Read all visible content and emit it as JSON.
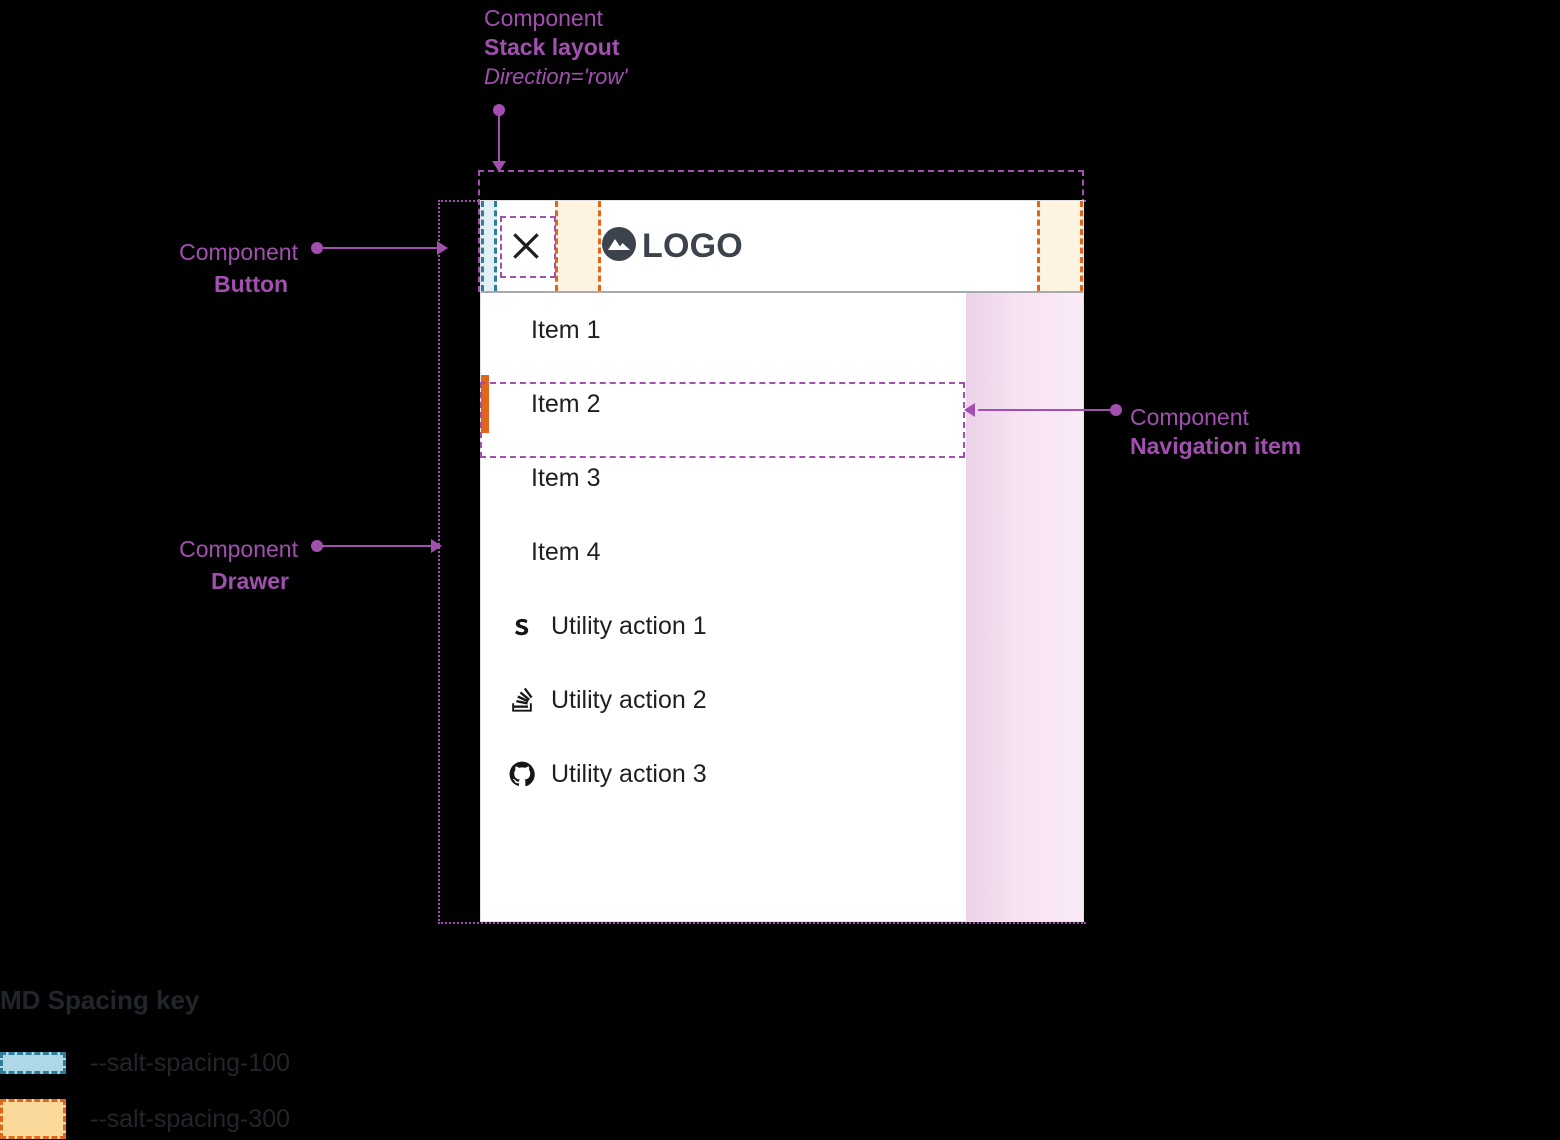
{
  "annotations": {
    "stack_layout": {
      "kind": "Component",
      "name": "Stack layout",
      "prop": "Direction='row'"
    },
    "button": {
      "kind": "Component",
      "name": "Button"
    },
    "drawer": {
      "kind": "Component",
      "name": "Drawer"
    },
    "navigation_item": {
      "kind": "Component",
      "name": "Navigation item"
    }
  },
  "drawer": {
    "header": {
      "close_icon": "close-icon",
      "logo_icon": "mountain-logo-icon",
      "logo_text": "LOGO"
    },
    "nav_items": [
      {
        "label": "Item 1",
        "active": false
      },
      {
        "label": "Item 2",
        "active": true
      },
      {
        "label": "Item 3",
        "active": false
      },
      {
        "label": "Item 4",
        "active": false
      }
    ],
    "utility_actions": [
      {
        "label": "Utility action 1",
        "icon": "storybook-icon"
      },
      {
        "label": "Utility action 2",
        "icon": "stack-overflow-icon"
      },
      {
        "label": "Utility action 3",
        "icon": "github-icon"
      }
    ]
  },
  "spacing_key": {
    "title": "MD Spacing key",
    "entries": [
      {
        "token": "--salt-spacing-100",
        "fill": "#AFD8E6",
        "stroke": "#2E7D9A"
      },
      {
        "token": "--salt-spacing-300",
        "fill": "#FBD99B",
        "stroke": "#E2661A"
      }
    ]
  },
  "colors": {
    "annotation_purple": "#A24FB0",
    "active_indicator_orange": "#E2661A",
    "spacing_100_stroke": "#2E7D9A",
    "spacing_300_stroke": "#E2661A",
    "logo_gray": "#3C434C",
    "background": "#000000",
    "panel": "#FFFFFF"
  }
}
